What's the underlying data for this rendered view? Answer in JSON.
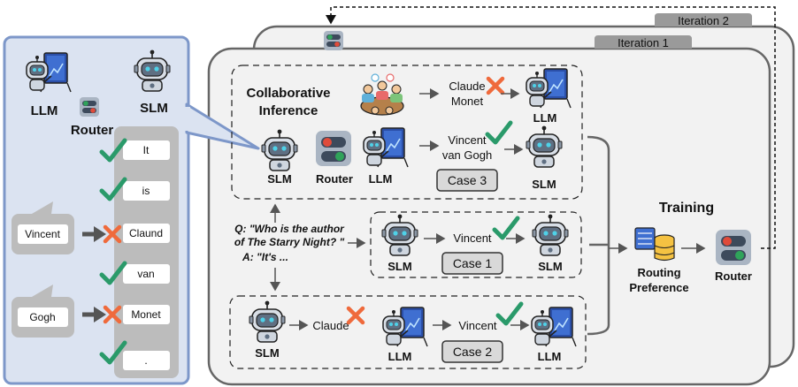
{
  "left_panel": {
    "llm_label": "LLM",
    "slm_label": "SLM",
    "router_label": "Router",
    "tokens": [
      "It",
      "is",
      "Claund",
      "van",
      "Monet",
      "."
    ],
    "token_status": [
      "check",
      "check",
      "cross",
      "check",
      "cross",
      "check"
    ],
    "corrections": [
      "Vincent",
      "Gogh"
    ]
  },
  "iterations": [
    "Iteration 2",
    "Iteration 1"
  ],
  "collab": {
    "title_line1": "Collaborative",
    "title_line2": "Inference",
    "slm_label": "SLM",
    "router_label": "Router",
    "llm_label": "LLM",
    "answer_wrong_line1": "Claude",
    "answer_wrong_line2": "Monet",
    "answer_right_line1": "Vincent",
    "answer_right_line2": "van Gogh",
    "case": "Case 3",
    "out_llm": "LLM",
    "out_slm": "SLM"
  },
  "qa": {
    "q_line1": "Q: \"Who is the author",
    "q_line2": "of The Starry Night? \"",
    "a_line": "A: \"It's ..."
  },
  "case1": {
    "slm_label": "SLM",
    "answer": "Vincent",
    "case": "Case 1",
    "out_slm": "SLM"
  },
  "case2": {
    "slm_label": "SLM",
    "wrong": "Claude",
    "llm_label": "LLM",
    "answer": "Vincent",
    "case": "Case 2",
    "out_llm": "LLM"
  },
  "training": {
    "title": "Training",
    "pref_line1": "Routing",
    "pref_line2": "Preference",
    "router_label": "Router"
  },
  "colors": {
    "panel_bg": "#dbe3f1",
    "panel_border": "#7d97c9",
    "check": "#2a9a6a",
    "cross": "#ef6a3c",
    "router_red": "#e04b3a",
    "router_green": "#2fa35a"
  }
}
